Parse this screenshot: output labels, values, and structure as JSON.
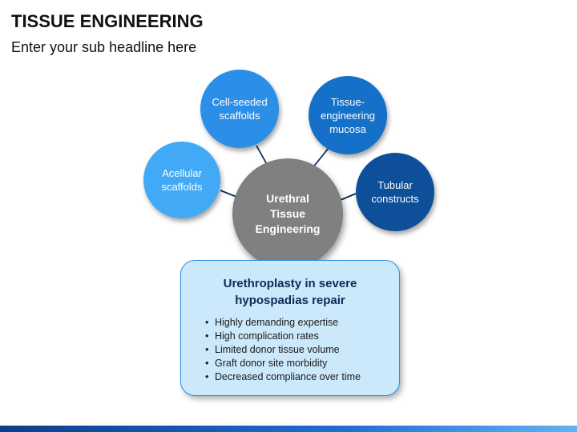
{
  "header": {
    "title": "TISSUE ENGINEERING",
    "subtitle": "Enter your sub headline here"
  },
  "diagram": {
    "center": {
      "label": "Urethral\nTissue\nEngineering",
      "color": "#808080"
    },
    "nodes": [
      {
        "label": "Acellular\nscaffolds",
        "color": "#41a9f5"
      },
      {
        "label": "Cell-seeded\nscaffolds",
        "color": "#2b8fe8"
      },
      {
        "label": "Tissue-\nengineering\nmucosa",
        "color": "#1470c8"
      },
      {
        "label": "Tubular\nconstructs",
        "color": "#0d4f98"
      }
    ]
  },
  "info_box": {
    "heading": "Urethroplasty in severe\nhypospadias repair",
    "bullets": [
      "Highly demanding expertise",
      "High complication rates",
      "Limited donor tissue volume",
      "Graft donor site morbidity",
      "Decreased compliance over time"
    ]
  },
  "colors": {
    "box_fill": "#cce8fb",
    "box_border": "#2b8fe8",
    "connector": "#0d2b57"
  }
}
